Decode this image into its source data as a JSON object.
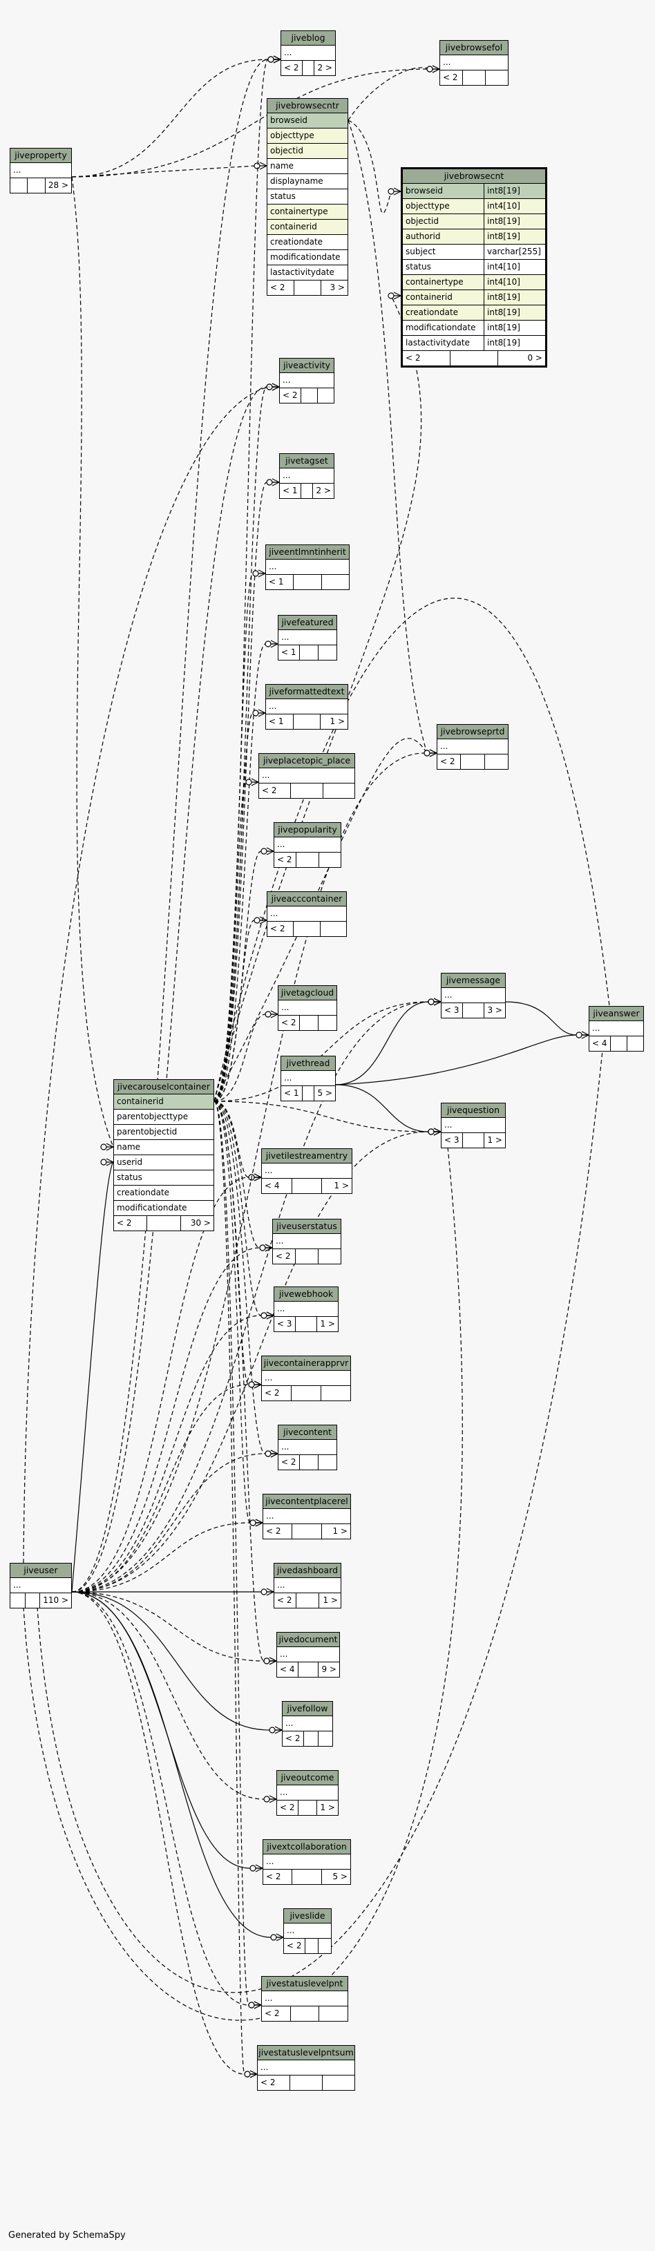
{
  "footer": "Generated by SchemaSpy",
  "tables": {
    "jiveproperty": {
      "title": "jiveproperty",
      "rows": [
        "..."
      ],
      "foot": [
        "",
        "",
        "28 >"
      ]
    },
    "jiveblog": {
      "title": "jiveblog",
      "rows": [
        "..."
      ],
      "foot": [
        "< 2",
        "",
        "2 >"
      ]
    },
    "jivebrowsefol": {
      "title": "jivebrowsefol",
      "rows": [
        "..."
      ],
      "foot": [
        "< 2",
        "",
        ""
      ]
    },
    "jivebrowsecntr": {
      "title": "jivebrowsecntr",
      "rows": [
        "browseid",
        "objecttype",
        "objectid",
        "name",
        "displayname",
        "status",
        "containertype",
        "containerid",
        "creationdate",
        "modificationdate",
        "lastactivitydate"
      ],
      "foot": [
        "< 2",
        "",
        "3 >"
      ]
    },
    "jivebrowsecnt": {
      "title": "jivebrowsecnt",
      "rows": [
        [
          "browseid",
          "int8[19]"
        ],
        [
          "objecttype",
          "int4[10]"
        ],
        [
          "objectid",
          "int8[19]"
        ],
        [
          "authorid",
          "int8[19]"
        ],
        [
          "subject",
          "varchar[255]"
        ],
        [
          "status",
          "int4[10]"
        ],
        [
          "containertype",
          "int4[10]"
        ],
        [
          "containerid",
          "int8[19]"
        ],
        [
          "creationdate",
          "int8[19]"
        ],
        [
          "modificationdate",
          "int8[19]"
        ],
        [
          "lastactivitydate",
          "int8[19]"
        ]
      ],
      "foot": [
        "< 2",
        "",
        "0 >"
      ]
    },
    "jiveactivity": {
      "title": "jiveactivity",
      "rows": [
        "..."
      ],
      "foot": [
        "< 2",
        "",
        ""
      ]
    },
    "jivetagset": {
      "title": "jivetagset",
      "rows": [
        "..."
      ],
      "foot": [
        "< 1",
        "",
        "2 >"
      ]
    },
    "jiveentlmntinherit": {
      "title": "jiveentlmntinherit",
      "rows": [
        "..."
      ],
      "foot": [
        "< 1",
        "",
        ""
      ]
    },
    "jivefeatured": {
      "title": "jivefeatured",
      "rows": [
        "..."
      ],
      "foot": [
        "< 1",
        "",
        ""
      ]
    },
    "jiveformattedtext": {
      "title": "jiveformattedtext",
      "rows": [
        "..."
      ],
      "foot": [
        "< 1",
        "",
        "1 >"
      ]
    },
    "jiveplacetopic_place": {
      "title": "jiveplacetopic_place",
      "rows": [
        "..."
      ],
      "foot": [
        "< 2",
        "",
        ""
      ]
    },
    "jivebrowseprtd": {
      "title": "jivebrowseprtd",
      "rows": [
        "..."
      ],
      "foot": [
        "< 2",
        "",
        ""
      ]
    },
    "jivepopularity": {
      "title": "jivepopularity",
      "rows": [
        "..."
      ],
      "foot": [
        "< 2",
        "",
        ""
      ]
    },
    "jiveacccontainer": {
      "title": "jiveacccontainer",
      "rows": [
        "..."
      ],
      "foot": [
        "< 2",
        "",
        ""
      ]
    },
    "jivetagcloud": {
      "title": "jivetagcloud",
      "rows": [
        "..."
      ],
      "foot": [
        "< 2",
        "",
        ""
      ]
    },
    "jivemessage": {
      "title": "jivemessage",
      "rows": [
        "..."
      ],
      "foot": [
        "< 3",
        "",
        "3 >"
      ]
    },
    "jiveanswer": {
      "title": "jiveanswer",
      "rows": [
        "..."
      ],
      "foot": [
        "< 4",
        "",
        ""
      ]
    },
    "jivethread": {
      "title": "jivethread",
      "rows": [
        "..."
      ],
      "foot": [
        "< 1",
        "",
        "5 >"
      ]
    },
    "jivecarouselcontainer": {
      "title": "jivecarouselcontainer",
      "rows": [
        "containerid",
        "parentobjecttype",
        "parentobjectid",
        "name",
        "userid",
        "status",
        "creationdate",
        "modificationdate"
      ],
      "foot": [
        "< 2",
        "",
        "30 >"
      ]
    },
    "jivequestion": {
      "title": "jivequestion",
      "rows": [
        "..."
      ],
      "foot": [
        "< 3",
        "",
        "1 >"
      ]
    },
    "jivetilestreamentry": {
      "title": "jivetilestreamentry",
      "rows": [
        "..."
      ],
      "foot": [
        "< 4",
        "",
        "1 >"
      ]
    },
    "jiveuserstatus": {
      "title": "jiveuserstatus",
      "rows": [
        "..."
      ],
      "foot": [
        "< 2",
        "",
        ""
      ]
    },
    "jivewebhook": {
      "title": "jivewebhook",
      "rows": [
        "..."
      ],
      "foot": [
        "< 3",
        "",
        "1 >"
      ]
    },
    "jivecontainerapprvr": {
      "title": "jivecontainerapprvr",
      "rows": [
        "..."
      ],
      "foot": [
        "< 2",
        "",
        ""
      ]
    },
    "jivecontent": {
      "title": "jivecontent",
      "rows": [
        "..."
      ],
      "foot": [
        "< 2",
        "",
        ""
      ]
    },
    "jivecontentplacerel": {
      "title": "jivecontentplacerel",
      "rows": [
        "..."
      ],
      "foot": [
        "< 2",
        "",
        "1 >"
      ]
    },
    "jiveuser": {
      "title": "jiveuser",
      "rows": [
        "..."
      ],
      "foot": [
        "",
        "",
        "110 >"
      ]
    },
    "jivedashboard": {
      "title": "jivedashboard",
      "rows": [
        "..."
      ],
      "foot": [
        "< 2",
        "",
        "1 >"
      ]
    },
    "jivedocument": {
      "title": "jivedocument",
      "rows": [
        "..."
      ],
      "foot": [
        "< 4",
        "",
        "9 >"
      ]
    },
    "jivefollow": {
      "title": "jivefollow",
      "rows": [
        "..."
      ],
      "foot": [
        "< 2",
        "",
        ""
      ]
    },
    "jiveoutcome": {
      "title": "jiveoutcome",
      "rows": [
        "..."
      ],
      "foot": [
        "< 2",
        "",
        "1 >"
      ]
    },
    "jivextcollaboration": {
      "title": "jivextcollaboration",
      "rows": [
        "..."
      ],
      "foot": [
        "< 2",
        "",
        "5 >"
      ]
    },
    "jiveslide": {
      "title": "jiveslide",
      "rows": [
        "..."
      ],
      "foot": [
        "< 2",
        "",
        ""
      ]
    },
    "jivestatuslevelpnt": {
      "title": "jivestatuslevelpnt",
      "rows": [
        "..."
      ],
      "foot": [
        "< 2",
        "",
        ""
      ]
    },
    "jivestatuslevelpntsum": {
      "title": "jivestatuslevelpntsum",
      "rows": [
        "..."
      ],
      "foot": [
        "< 2",
        "",
        ""
      ]
    }
  }
}
